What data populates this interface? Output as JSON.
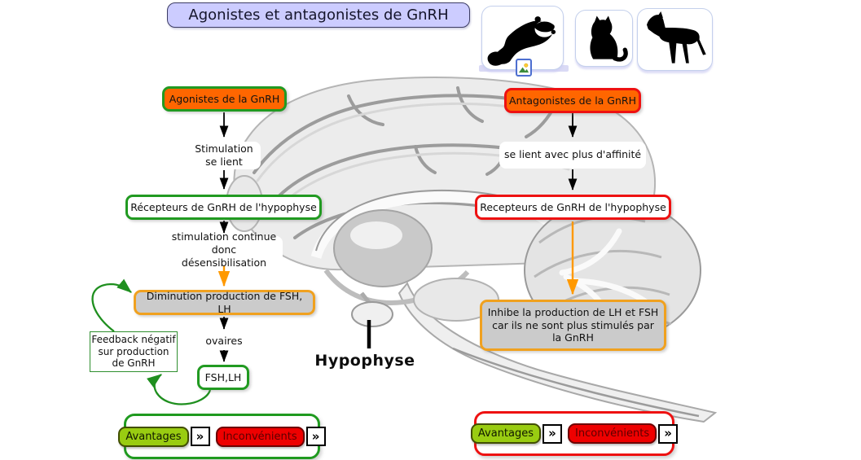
{
  "title": "Agonistes et antagonistes de GnRH",
  "icons": {
    "ferret": "ferret-silhouette",
    "cat": "cat-silhouette",
    "dog": "dog-silhouette",
    "image_placeholder": "image-icon",
    "chevron": "»"
  },
  "left_flow": {
    "agonists": "Agonistes de la GnRH",
    "stimulation": "Stimulation\nse lient",
    "receptors": "Récepteurs de GnRH de l'hypophyse",
    "continue": "stimulation continue\ndonc désensibilisation",
    "diminution": "Diminution production de FSH, LH",
    "ovaries": "ovaires",
    "fshlh": "FSH,LH",
    "feedback": "Feedback négatif\nsur production\nde GnRH"
  },
  "right_flow": {
    "antagonists": "Antagonistes de la GnRH",
    "affinity": "se lient avec plus d'affinité",
    "receptors": "Recepteurs de GnRH de l'hypophyse",
    "inhibition": "Inhibe la production de LH et FSH\ncar ils ne sont plus stimulés par\nla GnRH"
  },
  "brain": {
    "hypophysis_label": "Hypophyse"
  },
  "panels": {
    "left": {
      "advantages": "Avantages",
      "disadvantages": "Inconvénients"
    },
    "right": {
      "advantages": "Avantages",
      "disadvantages": "Inconvénients"
    }
  },
  "colors": {
    "title_bg": "#ccccff",
    "orange_fill": "#ff6600",
    "green_border": "#219a21",
    "red_border": "#ee1111",
    "orange_border": "#f0a11f",
    "gray_fill": "#cbcbcb",
    "arrow_orange": "#ff9900",
    "arrow_green": "#1f8f1f",
    "advantages_bg": "#99cc11",
    "disadvantages_bg": "#ee0000"
  }
}
